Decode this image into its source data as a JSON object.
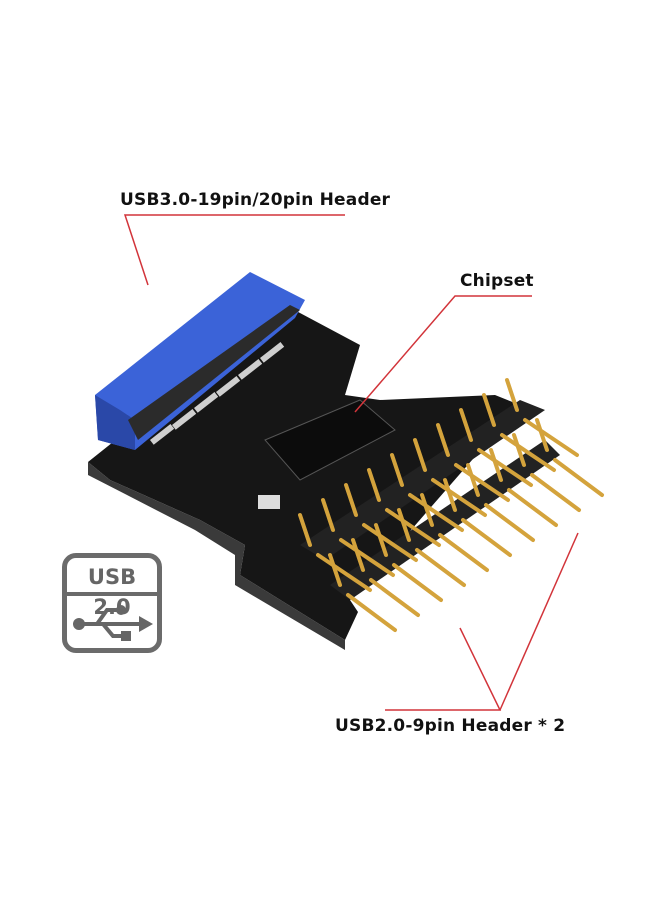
{
  "callouts": {
    "usb3_header": "USB3.0-19pin/20pin Header",
    "chipset": "Chipset",
    "usb2_headers": "USB2.0-9pin Header * 2"
  },
  "logo": {
    "text": "USB 2.0",
    "icon": "usb-trident-icon"
  },
  "colors": {
    "callout_line": "#d2343a",
    "connector": "#3b63d8",
    "pcb": "#151515",
    "pins": "#d4a33c"
  }
}
